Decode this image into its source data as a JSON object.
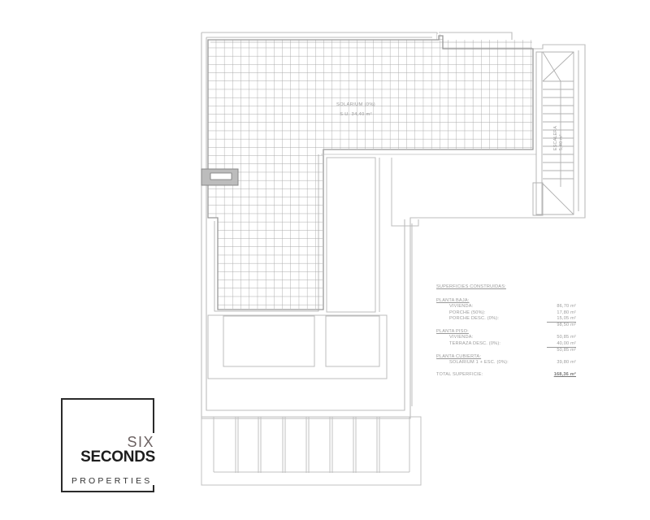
{
  "floor_plan": {
    "rooms": {
      "solarium_label": "SOLARIUM (0%)",
      "solarium_area": "S.U. 34,40 m²",
      "stairs_label": "ESCALERA",
      "stairs_area": "5,40 m²"
    }
  },
  "surface_table": {
    "header": "SUPERFICIES CONSTRUIDAS:",
    "sections": [
      {
        "title": "PLANTA BAJA:",
        "rows": [
          {
            "label": "VIVIENDA:",
            "value": "86,70 m²"
          },
          {
            "label": "PORCHE (50%):",
            "value": "17,80 m²"
          },
          {
            "label": "PORCHE DESC. (0%):",
            "value": "15,05 m²"
          }
        ],
        "subtotal": "98,50 m²"
      },
      {
        "title": "PLANTA PISO:",
        "rows": [
          {
            "label": "VIVIENDA:",
            "value": "50,85 m²"
          },
          {
            "label": "TERRAZA DESC. (0%):",
            "value": "40,00 m²"
          }
        ],
        "subtotal": "50,85 m²"
      },
      {
        "title": "PLANTA CUBIERTA:",
        "rows": [
          {
            "label": "SOLARIUM 1 + ESC. (0%):",
            "value": "39,80 m²"
          }
        ]
      }
    ],
    "total_label": "TOTAL SUPERFICIE:",
    "total_value": "168,36 m²"
  },
  "logo": {
    "line1": "SIX",
    "line2": "SECONDS",
    "line3": "PROPERTIES"
  },
  "colors": {
    "line": "#b3b3b3",
    "grid": "#a8a8a8",
    "logo_dark": "#1d1d1d",
    "logo_six": "#6b6161"
  }
}
